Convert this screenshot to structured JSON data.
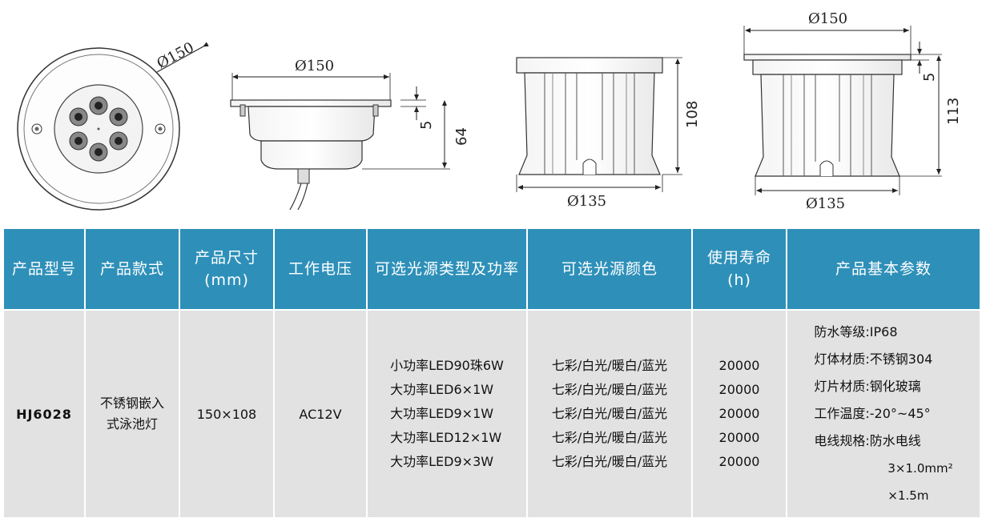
{
  "drawings": {
    "top_view_diameter": "Ø150",
    "side_view_diameter": "Ø150",
    "side_view_flange": "5",
    "side_view_height": "64",
    "front_view_height": "108",
    "front_view_diameter": "Ø135",
    "right_view_top_diameter": "Ø150",
    "right_view_flange": "5",
    "right_view_height": "113",
    "right_view_bottom_diameter": "Ø135"
  },
  "table": {
    "headers": {
      "model": "产品型号",
      "style": "产品款式",
      "size_1": "产品尺寸",
      "size_2": "(mm)",
      "voltage": "工作电压",
      "light_source": "可选光源类型及功率",
      "colors": "可选光源颜色",
      "life_1": "使用寿命",
      "life_2": "(h)",
      "params": "产品基本参数"
    },
    "row": {
      "model": "HJ6028",
      "style_1": "不锈钢嵌入",
      "style_2": "式泳池灯",
      "size": "150×108",
      "voltage": "AC12V",
      "light_sources": [
        "小功率LED90珠6W",
        "大功率LED6×1W",
        "大功率LED9×1W",
        "大功率LED12×1W",
        "大功率LED9×3W"
      ],
      "colors": [
        "七彩/白光/暖白/蓝光",
        "七彩/白光/暖白/蓝光",
        "七彩/白光/暖白/蓝光",
        "七彩/白光/暖白/蓝光",
        "七彩/白光/暖白/蓝光"
      ],
      "life": [
        "20000",
        "20000",
        "20000",
        "20000",
        "20000"
      ],
      "params": {
        "waterproof": "防水等级:IP68",
        "body": "灯体材质:不锈钢304",
        "glass": "灯片材质:钢化玻璃",
        "temperature": "工作温度:-20°~45°",
        "cable": "电线规格:防水电线",
        "cable_size": "3×1.0mm²",
        "cable_length": "×1.5m"
      }
    }
  }
}
